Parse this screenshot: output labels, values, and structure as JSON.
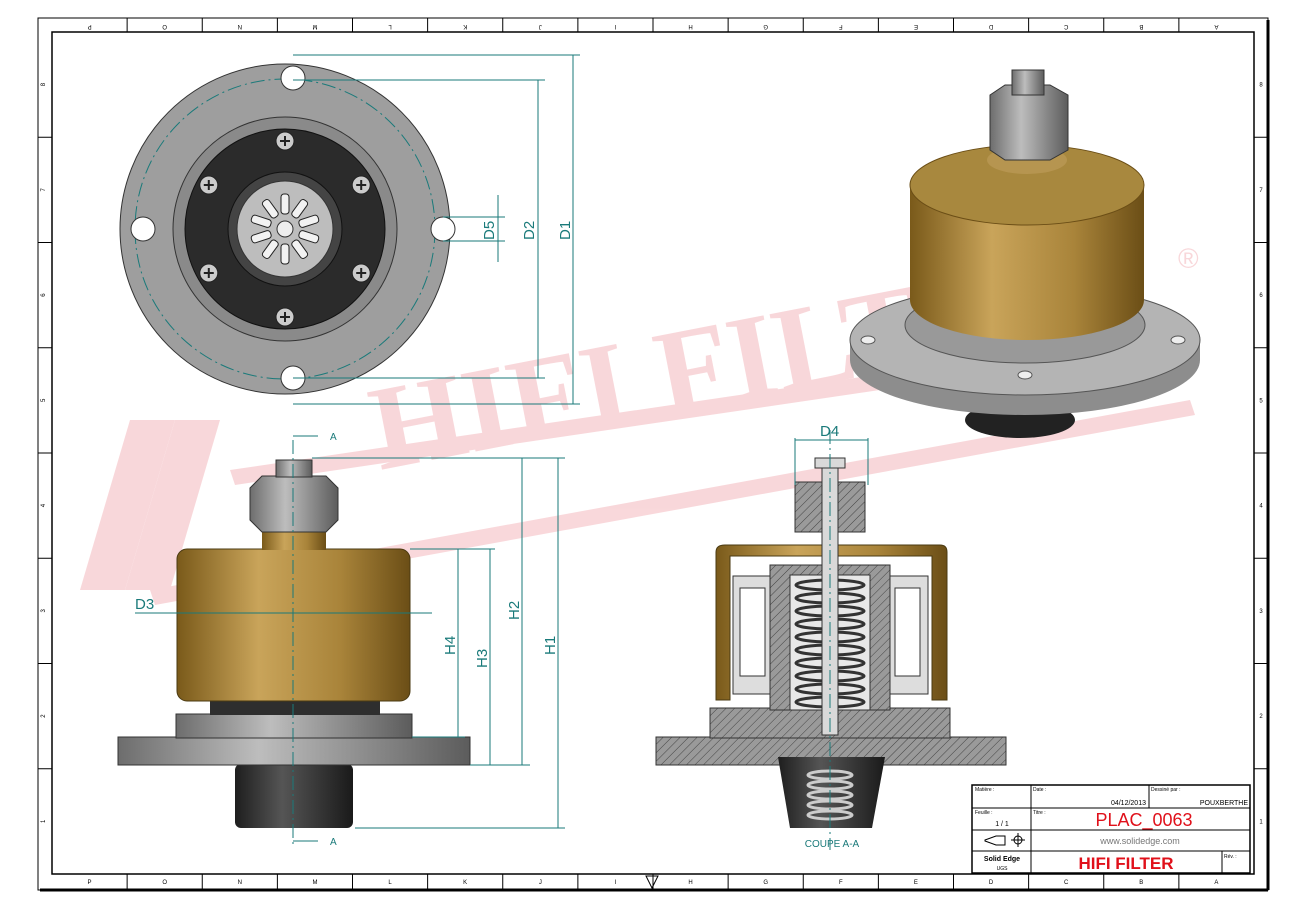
{
  "sheet": {
    "top_zone_labels": [
      "P",
      "O",
      "N",
      "M",
      "L",
      "K",
      "J",
      "I",
      "H",
      "G",
      "F",
      "E",
      "D",
      "C",
      "B",
      "A"
    ],
    "bottom_zone_labels": [
      "P",
      "O",
      "N",
      "M",
      "L",
      "K",
      "J",
      "I",
      "H",
      "G",
      "F",
      "E",
      "D",
      "C",
      "B",
      "A"
    ],
    "side_zone_labels": [
      "8",
      "7",
      "6",
      "5",
      "4",
      "3",
      "2",
      "1"
    ]
  },
  "watermark": {
    "text": "HIFI FILTER",
    "mark": "®",
    "color": "#f4b8bd"
  },
  "dimensions": {
    "top_view": [
      "D1",
      "D2",
      "D5"
    ],
    "front_view": [
      "D3",
      "H1",
      "H2",
      "H3",
      "H4"
    ],
    "section_view": [
      "D4"
    ],
    "section_marks": [
      "A",
      "A"
    ]
  },
  "section_caption": "COUPE A-A",
  "title_block": {
    "matiere_label": "Matière :",
    "date_label": "Date :",
    "date": "04/12/2013",
    "dessine_label": "Dessiné par :",
    "dessine": "POUXBERTHE",
    "feuille_label": "Feuille :",
    "feuille": "1 / 1",
    "titre_label": "Titre :",
    "titre": "PLAC_0063",
    "website": "www.solidedge.com",
    "software": "Solid Edge",
    "software_sub": "UGS",
    "company": "HIFI FILTER",
    "rev_label": "Rév. :",
    "accent_color": "#e0101a"
  }
}
